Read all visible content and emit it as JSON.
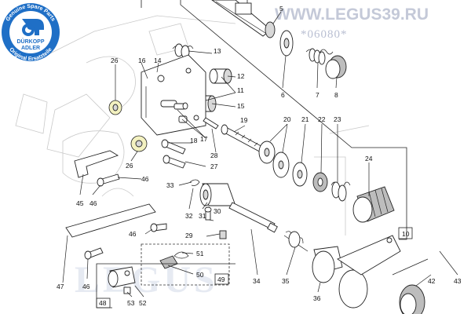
{
  "watermark": {
    "url": "WWW.LEGUS39.RU",
    "code": "*06080*",
    "large": "LEGUS"
  },
  "logo": {
    "ring_top": "Genuine Spare Parts",
    "ring_bottom": "Original Ersatzteile",
    "brand_line1": "DÜRKOPP",
    "brand_line2": "ADLER",
    "colors": {
      "primary": "#1f6fc6",
      "text_on_primary": "#ffffff"
    }
  },
  "callouts": {
    "n26a": "26",
    "n16": "16",
    "n14": "14",
    "n13": "13",
    "n12": "12",
    "n11": "11",
    "n15": "15",
    "n17": "17",
    "n18": "18",
    "n19": "19",
    "n28": "28",
    "n27": "27",
    "n26b": "26",
    "n5": "5",
    "n6": "6",
    "n7": "7",
    "n8": "8",
    "n20": "20",
    "n21": "21",
    "n22": "22",
    "n23": "23",
    "n24": "24",
    "n10": "10",
    "n33": "33",
    "n46a": "46",
    "n45": "45",
    "n46b": "46",
    "n32": "32",
    "n31": "31",
    "n30": "30",
    "n29": "29",
    "n46c": "46",
    "n47": "47",
    "n46d": "46",
    "n51": "51",
    "n50": "50",
    "n49": "49",
    "n48": "48",
    "n53": "53",
    "n52": "52",
    "n34": "34",
    "n35": "35",
    "n36": "36",
    "n42": "42",
    "n43": "43"
  },
  "highlight_color": "#f3f1c0"
}
